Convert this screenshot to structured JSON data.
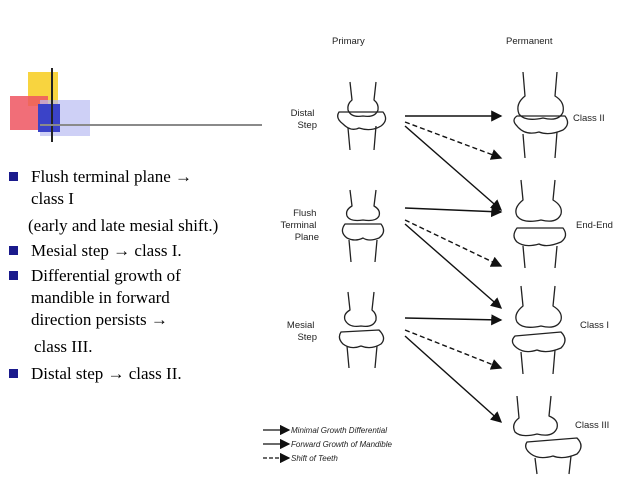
{
  "bullets": [
    {
      "text": "Flush terminal plane →",
      "continuation": "class I"
    },
    {
      "text": "(early and late mesial shift.)",
      "plain": true
    },
    {
      "text": "Mesial step → class I."
    },
    {
      "text": "Differential growth of",
      "continuation2": [
        "mandible in forward",
        "direction persists →"
      ]
    },
    {
      "text": "class III.",
      "plain": true
    },
    {
      "text": "Distal step → class II."
    }
  ],
  "diagram": {
    "col_primary": "Primary",
    "col_permanent": "Permanent",
    "primary_labels": [
      [
        "Distal",
        "Step"
      ],
      [
        "Flush",
        "Terminal",
        "Plane"
      ],
      [
        "Mesial",
        "Step"
      ]
    ],
    "permanent_labels": [
      "Class II",
      "End-End",
      "Class I",
      "Class III"
    ],
    "legend": [
      "Minimal Growth Differential",
      "Forward Growth of Mandible",
      "Shift of Teeth"
    ]
  },
  "colors": {
    "bullet": "#1a1a8c",
    "logo_yellow": "#f7cf2a",
    "logo_red": "#ee5560",
    "logo_blue": "#3b43c8"
  }
}
